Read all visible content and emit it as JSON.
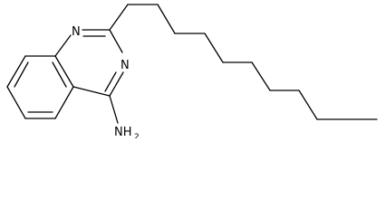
{
  "structure": {
    "labels": {
      "n1": "N",
      "n3": "N",
      "amine": "NH",
      "amine_subscript": "2"
    },
    "colors": {
      "bond": "#000000",
      "text": "#000000",
      "background": "#ffffff"
    }
  }
}
